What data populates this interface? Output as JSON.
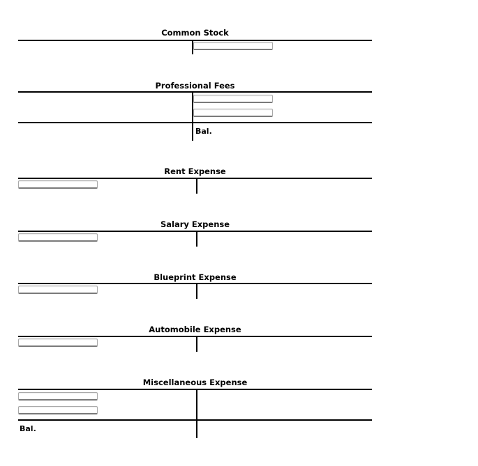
{
  "accounts": [
    {
      "title": "Common Stock"
    },
    {
      "title": "Professional Fees",
      "balance_label": "Bal."
    },
    {
      "title": "Rent Expense"
    },
    {
      "title": "Salary Expense"
    },
    {
      "title": "Blueprint Expense"
    },
    {
      "title": "Automobile Expense"
    },
    {
      "title": "Miscellaneous Expense",
      "balance_label": "Bal."
    }
  ]
}
